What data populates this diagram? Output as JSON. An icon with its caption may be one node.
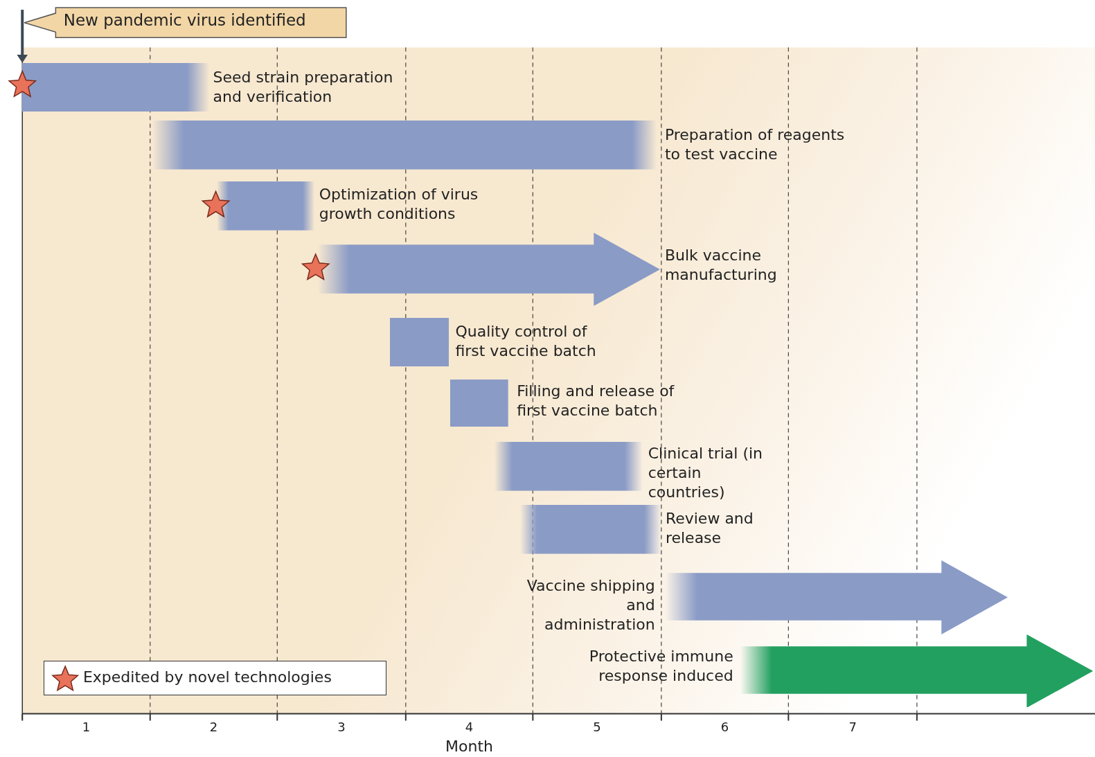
{
  "diagram": {
    "nodes": [
      {
        "text": [
          "New pandemic virus identified"
        ]
      },
      {
        "text": [],
        "shape": "bar",
        "beside": [
          "Seed strain preparation and verification"
        ]
      },
      {
        "text": [],
        "shape": "bar",
        "beside": [
          "Preparation of reagents to test vaccine"
        ]
      },
      {
        "text": [],
        "shape": "bar",
        "beside": [
          "Optimization of virus growth conditions"
        ]
      },
      {
        "text": [],
        "shape": "arrow",
        "beside": [
          "Bulk vaccine manufacturing"
        ]
      },
      {
        "text": [],
        "shape": "bar",
        "beside": [
          "Quality control of first vaccine batch"
        ]
      },
      {
        "text": [],
        "shape": "bar",
        "beside": [
          "Filling and release of first vaccine batch"
        ]
      },
      {
        "text": [],
        "shape": "bar",
        "beside": [
          "Clinical trial (in certain countries)"
        ]
      },
      {
        "text": [],
        "shape": "bar",
        "beside": [
          "Review and release"
        ]
      },
      {
        "text": [],
        "shape": "arrow",
        "beside": [
          "Vaccine shipping and administration"
        ]
      },
      {
        "text": [],
        "shape": "arrow",
        "beside": [
          "Protective immune response induced"
        ]
      }
    ],
    "edges": [
      {
        "from": 0,
        "to": 1,
        "arrow": "to"
      }
    ],
    "labels": [
      "1",
      "2",
      "3",
      "4",
      "5",
      "6",
      "7",
      "Month"
    ],
    "legend": [
      {
        "text": "Expedited by novel technologies"
      }
    ]
  }
}
